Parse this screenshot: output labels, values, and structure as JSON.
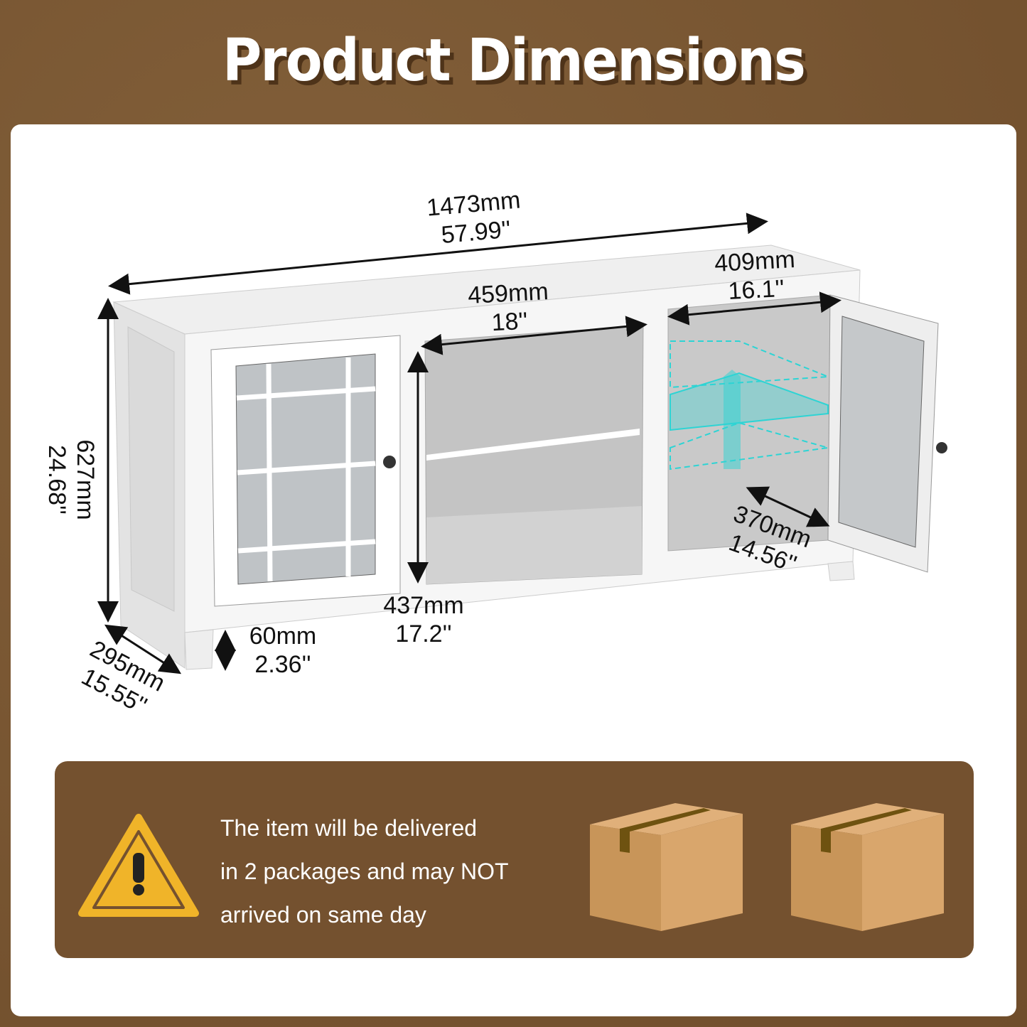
{
  "title": "Product Dimensions",
  "dimensions": {
    "overall_width": {
      "mm": "1473mm",
      "in": "57.99''"
    },
    "right_cabinet_width": {
      "mm": "409mm",
      "in": "16.1''"
    },
    "middle_width": {
      "mm": "459mm",
      "in": "18''"
    },
    "height": {
      "mm": "627mm",
      "in": "24.68''"
    },
    "shelf_depth": {
      "mm": "370mm",
      "in": "14.56''"
    },
    "middle_height": {
      "mm": "437mm",
      "in": "17.2''"
    },
    "leg_height": {
      "mm": "60mm",
      "in": "2.36''"
    },
    "depth": {
      "mm": "295mm",
      "in": "15.55''"
    }
  },
  "notice": {
    "lines": [
      "The item will be delivered",
      "in 2 packages and may NOT",
      "arrived on same day"
    ],
    "icon": "warning-icon"
  },
  "colors": {
    "brown": "#74512f",
    "warning": "#f0b429",
    "cyan": "#2dd4d4"
  }
}
